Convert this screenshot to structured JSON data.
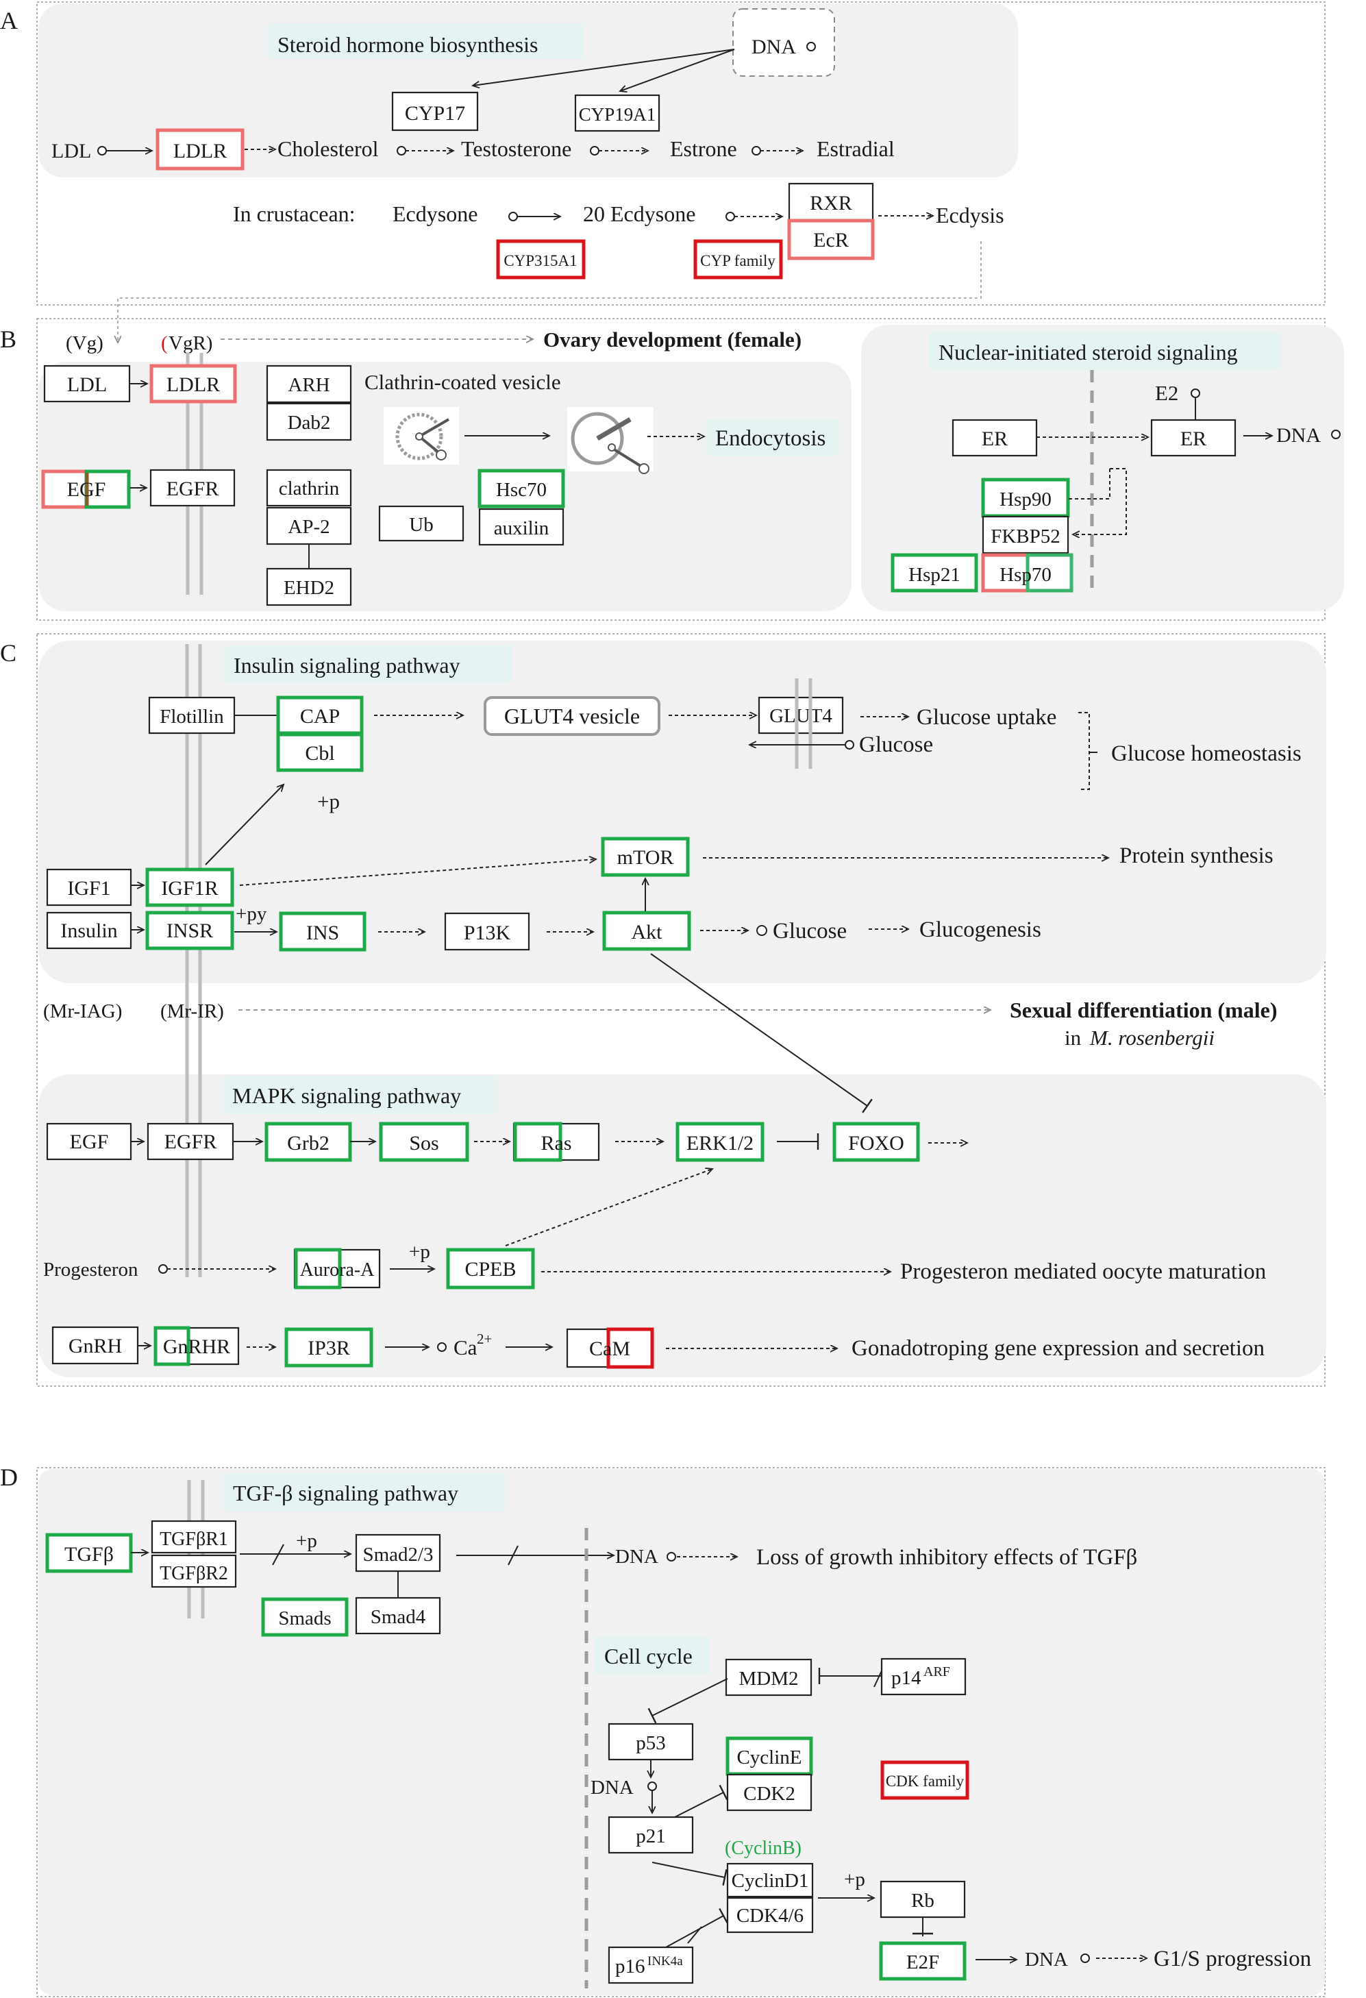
{
  "panels": {
    "a": "A",
    "b": "B",
    "c": "C",
    "d": "D"
  },
  "a": {
    "title": "Steroid hormone biosynthesis",
    "dna": "DNA",
    "ldl": "LDL",
    "ldlr": "LDLR",
    "cholesterol": "Cholesterol",
    "testosterone": "Testosterone",
    "estrone": "Estrone",
    "estradial": "Estradial",
    "cyp17": "CYP17",
    "cyp19a1": "CYP19A1",
    "crustacean": "In crustacean:",
    "ecdysone": "Ecdysone",
    "ecdysone20": "20 Ecdysone",
    "rxr": "RXR",
    "ecr": "EcR",
    "ecdysis": "Ecdysis",
    "cyp315a1": "CYP315A1",
    "cyp_family": "CYP family"
  },
  "b": {
    "vg": "(Vg)",
    "vgr_paren_open": "(",
    "vgr_text": "VgR)",
    "ovary": "Ovary development (female)",
    "ldl": "LDL",
    "ldlr": "LDLR",
    "arh": "ARH",
    "dab2": "Dab2",
    "clathrin_vesicle": "Clathrin-coated vesicle",
    "endocytosis": "Endocytosis",
    "egf": "EGF",
    "egfr": "EGFR",
    "clathrin": "clathrin",
    "ap2": "AP-2",
    "ehd2": "EHD2",
    "ub": "Ub",
    "hsc70": "Hsc70",
    "auxilin": "auxilin",
    "nuclear_title": "Nuclear-initiated steroid signaling",
    "e2": "E2",
    "er1": "ER",
    "er2": "ER",
    "dna": "DNA",
    "hsp90": "Hsp90",
    "fkbp52": "FKBP52",
    "hsp21": "Hsp21",
    "hsp70": "Hsp70"
  },
  "c": {
    "insulin_title": "Insulin signaling pathway",
    "flotillin": "Flotillin",
    "cap": "CAP",
    "cbl": "Cbl",
    "plus_p": "+p",
    "glut4_vesicle": "GLUT4 vesicle",
    "glut4": "GLUT4",
    "glucose_uptake": "Glucose uptake",
    "glucose": "Glucose",
    "glucose_homeostasis": "Glucose homeostasis",
    "igf1": "IGF1",
    "igf1r": "IGF1R",
    "mtor": "mTOR",
    "protein_synthesis": "Protein synthesis",
    "insulin": "Insulin",
    "insr": "INSR",
    "plus_py": "+py",
    "ins": "INS",
    "p13k": "P13K",
    "akt": "Akt",
    "glucose2": "Glucose",
    "glucogenesis": "Glucogenesis",
    "mr_iag": "(Mr-IAG)",
    "mr_ir": "(Mr-IR)",
    "sexual_diff": "Sexual differentiation (male)",
    "in_mr_prefix": "in ",
    "in_mr_species": "M. rosenbergii",
    "mapk_title": "MAPK signaling pathway",
    "egf": "EGF",
    "egfr": "EGFR",
    "grb2": "Grb2",
    "sos": "Sos",
    "ras": "Ras",
    "erk": "ERK1/2",
    "foxo": "FOXO",
    "progesteron": "Progesteron",
    "aurora": "Aurora-A",
    "plus_p2": "+p",
    "cpeb": "CPEB",
    "progesteron_maturation": "Progesteron mediated oocyte maturation",
    "gnrh": "GnRH",
    "gnrhr": "GnRHR",
    "ip3r": "IP3R",
    "ca": "Ca",
    "ca_sup": "2+",
    "cam": "CaM",
    "gonado": "Gonadotroping gene expression and secretion"
  },
  "d": {
    "tgf_title": "TGF-β signaling pathway",
    "tgfb": "TGFβ",
    "tgfbr1": "TGFβR1",
    "tgfbr2": "TGFβR2",
    "plus_p": "+p",
    "smad23": "Smad2/3",
    "smads": "Smads",
    "smad4": "Smad4",
    "dna": "DNA",
    "loss": "Loss of growth inhibitory effects of TGFβ",
    "cell_cycle": "Cell cycle",
    "mdm2": "MDM2",
    "p14": "p14",
    "p14_sup": "ARF",
    "p53": "p53",
    "dna2": "DNA",
    "cycline": "CyclinE",
    "cdk2": "CDK2",
    "cdk_family": "CDK family",
    "p21": "p21",
    "cyclinb": "(CyclinB)",
    "cyclind1": "CyclinD1",
    "cdk46": "CDK4/6",
    "plus_p2": "+p",
    "rb": "Rb",
    "e2f": "E2F",
    "dna3": "DNA",
    "g1s": "G1/S progression",
    "p16": "p16",
    "p16_sup": "INK4a"
  }
}
